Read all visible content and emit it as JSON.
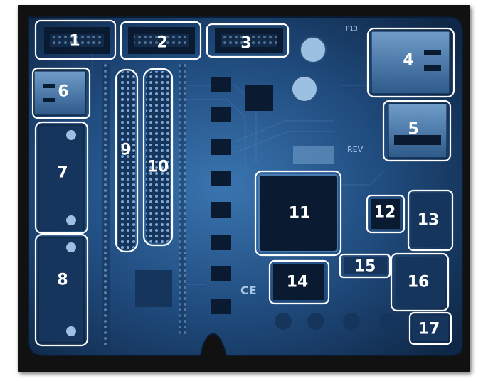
{
  "colors": {
    "board_dark": "#0f2746",
    "board_mid": "#1f4a7c",
    "board_light": "#3a75b0",
    "component": "#0a1a30",
    "callout": "#ffffff"
  },
  "labels": {
    "c1": "1",
    "c2": "2",
    "c3": "3",
    "c4": "4",
    "c5": "5",
    "c6": "6",
    "c7": "7",
    "c8": "8",
    "c9": "9",
    "c10": "10",
    "c11": "11",
    "c12": "12",
    "c13": "13",
    "c14": "14",
    "c15": "15",
    "c16": "16",
    "c17": "17"
  },
  "silkscreen": {
    "top_label": "P13",
    "rev_label": "REV",
    "ce_mark": "CE"
  }
}
